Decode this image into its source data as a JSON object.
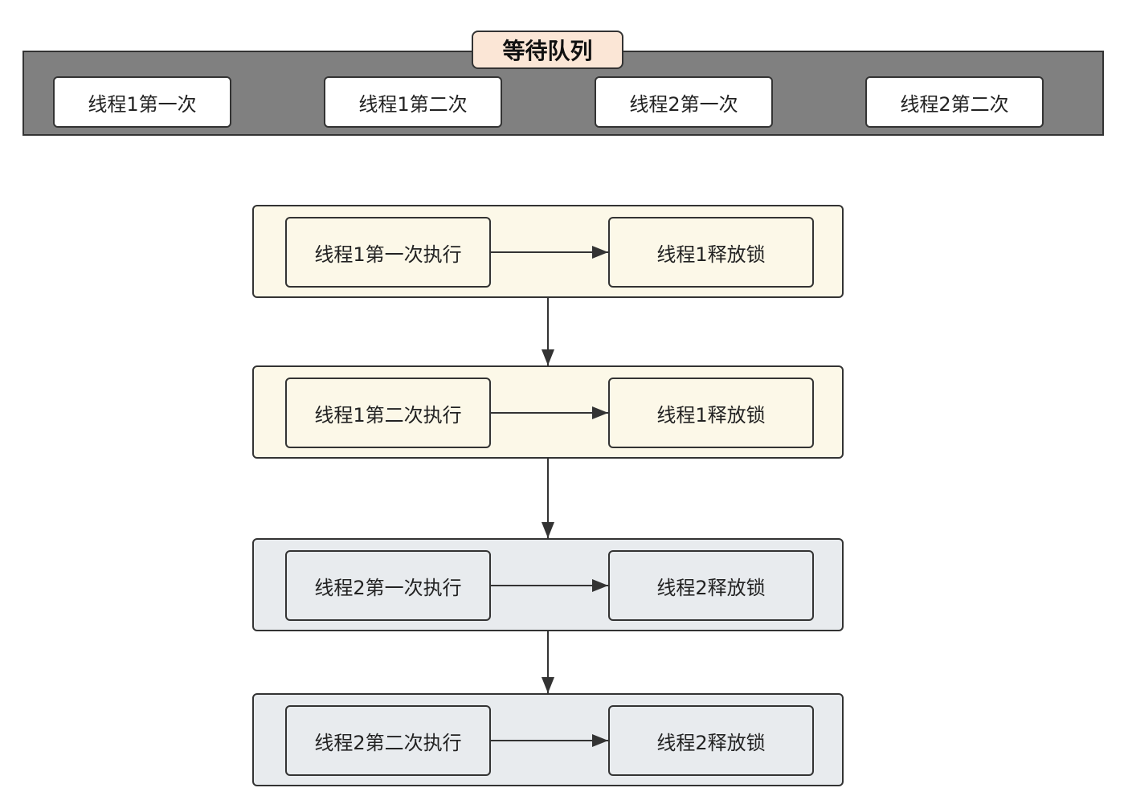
{
  "queue": {
    "title": "等待队列",
    "items": [
      "线程1第一次",
      "线程1第二次",
      "线程2第一次",
      "线程2第二次"
    ]
  },
  "stages": [
    {
      "execute": "线程1第一次执行",
      "release": "线程1释放锁"
    },
    {
      "execute": "线程1第二次执行",
      "release": "线程1释放锁"
    },
    {
      "execute": "线程2第一次执行",
      "release": "线程2释放锁"
    },
    {
      "execute": "线程2第二次执行",
      "release": "线程2释放锁"
    }
  ],
  "colors": {
    "queue_bar": "#808080",
    "queue_title_fill": "#fbe6d6",
    "thread1_fill": "#fcf8e8",
    "thread2_fill": "#e8ebee",
    "stroke": "#333333"
  }
}
